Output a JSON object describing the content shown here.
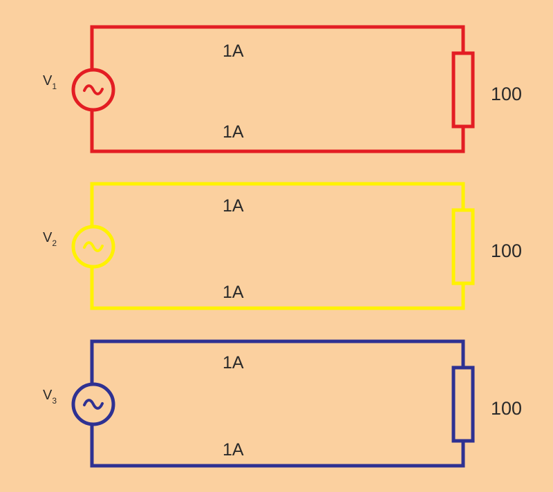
{
  "background": "#fbd09f",
  "circuits": [
    {
      "id": "circuit-1",
      "color": "#e31d23",
      "source_label": "V",
      "source_subscript": "1",
      "current_top": "1A",
      "current_bottom": "1A",
      "resistor_label": "100"
    },
    {
      "id": "circuit-2",
      "color": "#fff200",
      "source_label": "V",
      "source_subscript": "2",
      "current_top": "1A",
      "current_bottom": "1A",
      "resistor_label": "100"
    },
    {
      "id": "circuit-3",
      "color": "#2e3192",
      "source_label": "V",
      "source_subscript": "3",
      "current_top": "1A",
      "current_bottom": "1A",
      "resistor_label": "100"
    }
  ]
}
